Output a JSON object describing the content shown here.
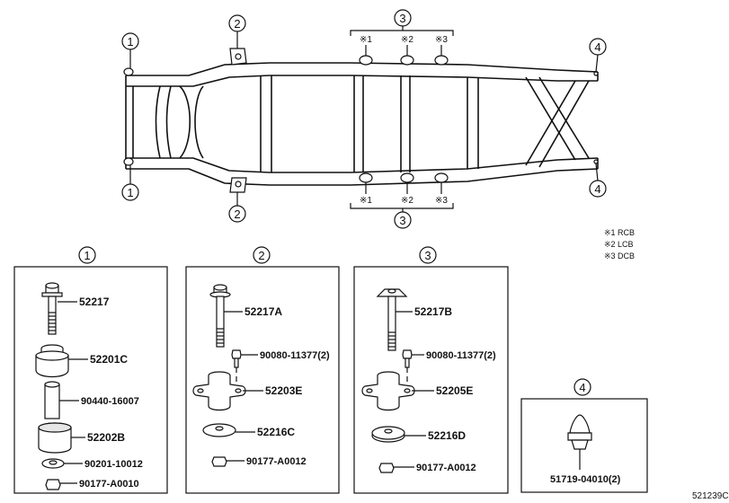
{
  "callouts": {
    "c1": "1",
    "c2": "2",
    "c3": "3",
    "c4": "4"
  },
  "marks": {
    "m1": "※1",
    "m2": "※2",
    "m3": "※3"
  },
  "legend": {
    "l1": "※1 RCB",
    "l2": "※2 LCB",
    "l3": "※3 DCB"
  },
  "boxes": {
    "box1": {
      "title": "1",
      "parts": [
        "52217",
        "52201C",
        "90440-16007",
        "52202B",
        "90201-10012",
        "90177-A0010"
      ]
    },
    "box2": {
      "title": "2",
      "parts": [
        "52217A",
        "90080-11377(2)",
        "52203E",
        "52216C",
        "90177-A0012"
      ]
    },
    "box3": {
      "title": "3",
      "parts": [
        "52217B",
        "90080-11377(2)",
        "52205E",
        "52216D",
        "90177-A0012"
      ]
    },
    "box4": {
      "title": "4",
      "parts": [
        "51719-04010(2)"
      ]
    }
  },
  "figure_ref": "521239C"
}
